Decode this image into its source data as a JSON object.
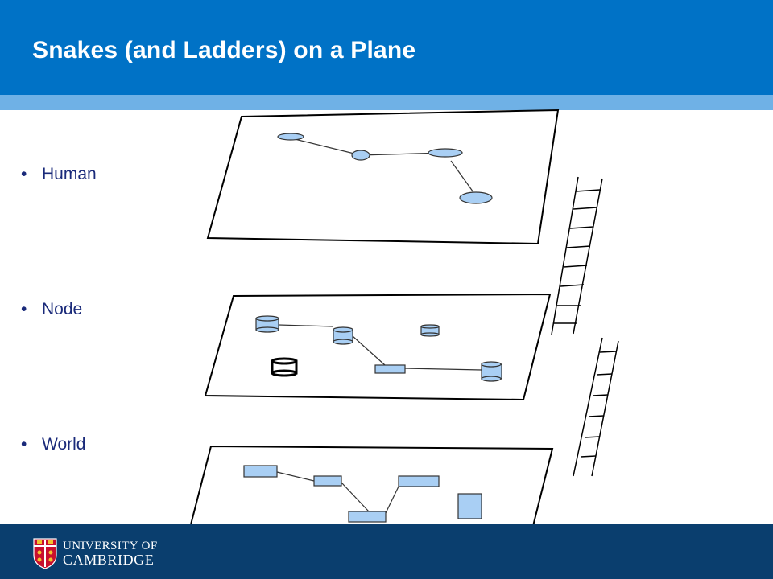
{
  "slide": {
    "title": "Snakes (and Ladders) on a Plane",
    "bullets": [
      "Human",
      "Node",
      "World"
    ]
  },
  "footer": {
    "university_line1": "UNIVERSITY OF",
    "university_line2": "CAMBRIDGE"
  },
  "colors": {
    "header_blue": "#0072c6",
    "header_strip": "#6fb1e6",
    "footer_navy": "#0a3e6e",
    "node_fill": "#a9cff4",
    "bullet_text": "#1a2a7a"
  }
}
